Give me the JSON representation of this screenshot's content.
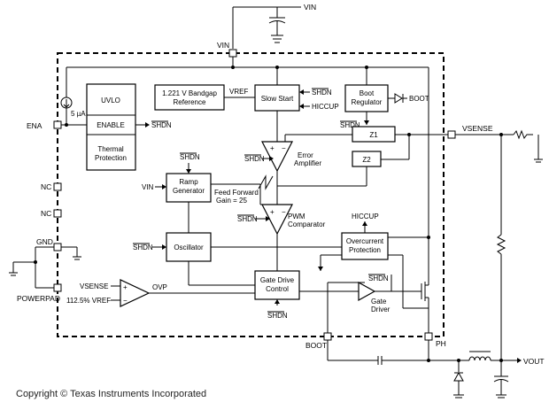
{
  "pins": {
    "vin_top": "VIN",
    "vin_ic": "VIN",
    "ena": "ENA",
    "nc1": "NC",
    "nc2": "NC",
    "gnd": "GND",
    "powerpad": "POWERPAD",
    "vsense": "VSENSE",
    "boot_pin": "BOOT",
    "ph": "PH",
    "vout": "VOUT"
  },
  "blocks": {
    "uvlo": "UVLO",
    "enable": "ENABLE",
    "thermal_1": "Thermal",
    "thermal_2": "Protection",
    "bandgap_1": "1.221 V Bandgap",
    "bandgap_2": "Reference",
    "slow_start": "Slow Start",
    "boot_reg_1": "Boot",
    "boot_reg_2": "Regulator",
    "z1": "Z1",
    "z2": "Z2",
    "ramp_1": "Ramp",
    "ramp_2": "Generator",
    "oscillator": "Oscillator",
    "overcurrent_1": "Overcurrent",
    "overcurrent_2": "Protection",
    "gate_drive_1": "Gate Drive",
    "gate_drive_2": "Control"
  },
  "labels": {
    "current_source": "5 µA",
    "shdn": "SHDN",
    "vref": "VREF",
    "hiccup_in": "HICCUP",
    "hiccup_out": "HICCUP",
    "boot_diode": "BOOT",
    "error_amp_1": "Error",
    "error_amp_2": "Amplifier",
    "ramp_vin": "VIN",
    "ff_1": "Feed Forward",
    "ff_2": "Gain = 25",
    "pwm_1": "PWM",
    "pwm_2": "Comparator",
    "vsense_ovp": "VSENSE",
    "vref_ovp": "112.5% VREF",
    "ovp": "OVP",
    "gate_driver_1": "Gate",
    "gate_driver_2": "Driver",
    "plus": "+",
    "minus": "−"
  },
  "copyright": "Copyright © Texas Instruments Incorporated"
}
